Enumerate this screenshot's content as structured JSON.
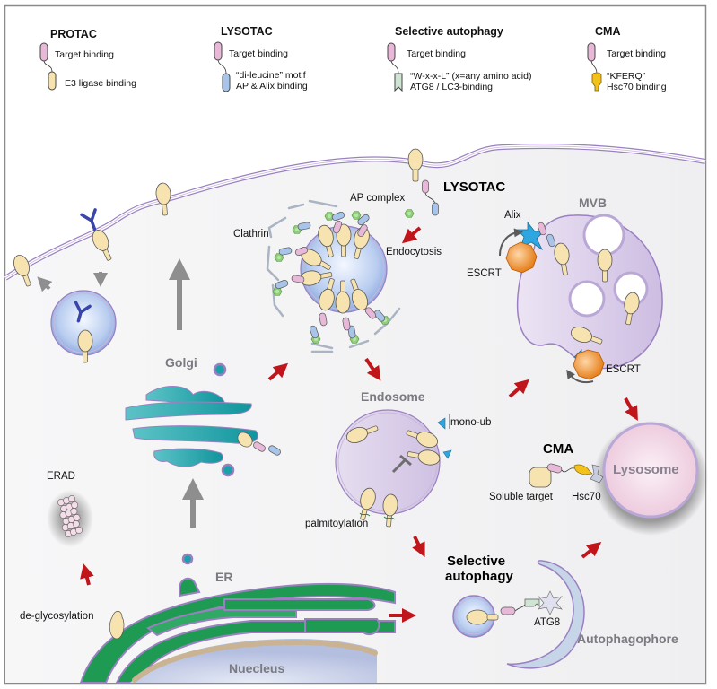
{
  "legend": [
    {
      "title": "PROTAC",
      "items": [
        "Target binding",
        "E3 ligase binding"
      ]
    },
    {
      "title": "LYSOTAC",
      "items": [
        "Target binding",
        "“di-leucine” motif",
        "AP &  Alix binding"
      ]
    },
    {
      "title": "Selective autophagy",
      "items": [
        "Target binding",
        "“W-x-x-L” (x=any amino acid)",
        "ATG8 / LC3-binding"
      ]
    },
    {
      "title": "CMA",
      "items": [
        "Target binding",
        "“KFERQ”",
        "Hsc70 binding"
      ]
    }
  ],
  "labels": {
    "lysotac": "LYSOTAC",
    "ap_complex": "AP complex",
    "clathrin": "Clathrin",
    "endocytosis": "Endocytosis",
    "mvb": "MVB",
    "alix": "Alix",
    "escrt_top": "ESCRT",
    "escrt_bottom": "ESCRT",
    "golgi": "Golgi",
    "endosome": "Endosome",
    "mono_ub": "mono-ub",
    "palmitoylation": "palmitoylation",
    "cma": "CMA",
    "soluble_target": "Soluble target",
    "hsc70": "Hsc70",
    "lysosome": "Lysosome",
    "erad": "ERAD",
    "er": "ER",
    "de_glycosylation": "de-glycosylation",
    "selective_autophagy_1": "Selective",
    "selective_autophagy_2": "autophagy",
    "atg8": "ATG8",
    "autophagophore": "Autophagophore",
    "nucleus": "Nuecleus"
  },
  "colors": {
    "membrane": "#9a80c0",
    "arrow_red": "#c0151b",
    "arrow_grey": "#8e8e8e",
    "receptor": "#f7e3b0",
    "target_binding": "#e8b8d8",
    "lysotac_motif": "#a8c4e8",
    "autophagy_motif": "#cfe5d4",
    "cma_motif": "#f2c21a",
    "golgi": "#1aa0a8",
    "er": "#1e9a52",
    "nucleus_rim": "#c9b393",
    "lysosome": "#f3dce8",
    "mvb": "#d6c9e6",
    "escrt": "#f08a2a",
    "ap_complex": "#8fcf7a",
    "alix": "#2ea6e0"
  }
}
